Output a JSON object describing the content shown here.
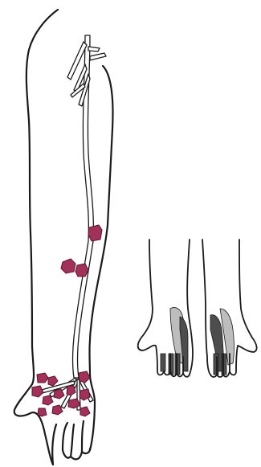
{
  "colors": {
    "background": "#ffffff",
    "outline": "#1a1a1a",
    "nerve_fill": "#ffffff",
    "lesion_fill": "#a2315a",
    "lesion_stroke": "#5a1530",
    "area_light": "#bdbdbd",
    "area_dark": "#4d4d4d"
  },
  "figures": [
    {
      "name": "arm-with-nerve-lesions"
    },
    {
      "name": "left-hand-palm-view"
    },
    {
      "name": "right-hand-palm-view"
    }
  ]
}
